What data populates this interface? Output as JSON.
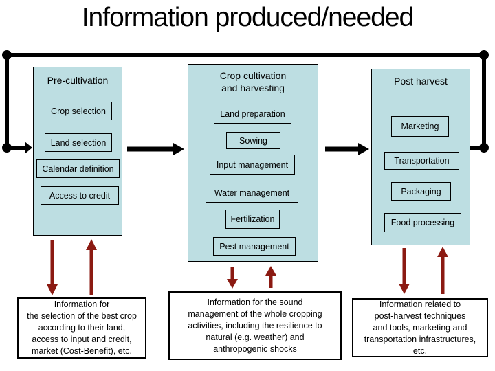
{
  "title": "Information produced/needed",
  "colors": {
    "box_fill": "#bddee2",
    "box_border": "#000000",
    "cycle": "#000000",
    "feedback": "#8b1a12",
    "bg": "#ffffff",
    "text": "#000000"
  },
  "columns": [
    {
      "id": "pre-cultivation",
      "header": "Pre-cultivation",
      "items": [
        "Crop selection",
        "Land selection",
        "Calendar definition",
        "Access to credit"
      ],
      "note": "Information for\nthe selection of the best crop\naccording to their land,\naccess to input and credit,\nmarket (Cost-Benefit), etc."
    },
    {
      "id": "crop-cultivation-and-harvesting",
      "header": "Crop cultivation\nand harvesting",
      "items": [
        "Land preparation",
        "Sowing",
        "Input management",
        "Water management",
        "Fertilization",
        "Pest management"
      ],
      "note": "Information for the sound\nmanagement of the whole cropping\nactivities, including the resilience to\nnatural (e.g. weather) and\nanthropogenic shocks"
    },
    {
      "id": "post-harvest",
      "header": "Post harvest",
      "items": [
        "Marketing",
        "Transportation",
        "Packaging",
        "Food processing"
      ],
      "note": "Information related to\npost-harvest techniques\nand tools, marketing and\ntransportation infrastructures,\netc."
    }
  ],
  "connections": {
    "forward_flow": [
      "Pre-cultivation → Crop cultivation and harvesting",
      "Crop cultivation and harvesting → Post harvest"
    ],
    "cycle": "Post harvest → (loop back) → Pre-cultivation",
    "feedback": "Each stage ↔ its information box (produced / needed)"
  }
}
